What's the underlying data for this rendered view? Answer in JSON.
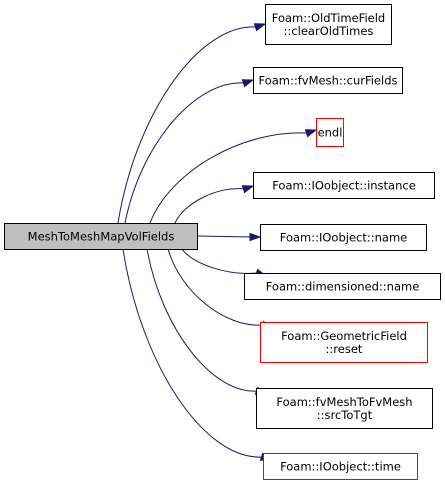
{
  "graph": {
    "root": {
      "lines": [
        "MeshToMeshMapVolFields"
      ],
      "fill": "#bfbfbf",
      "border": "#000000"
    },
    "nodes": [
      {
        "id": "oldtimefield-clearoldtimes",
        "lines": [
          "Foam::OldTimeField",
          "::clearOldTimes"
        ],
        "border": "#000000"
      },
      {
        "id": "fvmesh-curfields",
        "lines": [
          "Foam::fvMesh::curFields"
        ],
        "border": "#000000"
      },
      {
        "id": "endl",
        "lines": [
          "endl"
        ],
        "border": "#ff0000"
      },
      {
        "id": "ioobject-instance",
        "lines": [
          "Foam::IOobject::instance"
        ],
        "border": "#000000"
      },
      {
        "id": "ioobject-name",
        "lines": [
          "Foam::IOobject::name"
        ],
        "border": "#000000"
      },
      {
        "id": "dimensioned-name",
        "lines": [
          "Foam::dimensioned::name"
        ],
        "border": "#000000"
      },
      {
        "id": "geometricfield-reset",
        "lines": [
          "Foam::GeometricField",
          "::reset"
        ],
        "border": "#ff0000"
      },
      {
        "id": "fvmeshtofvmesh-srctotgt",
        "lines": [
          "Foam::fvMeshToFvMesh",
          "::srcToTgt"
        ],
        "border": "#000000"
      },
      {
        "id": "ioobject-time",
        "lines": [
          "Foam::IOobject::time"
        ],
        "border": "#ff0000"
      }
    ],
    "edge_color": "#191970"
  }
}
